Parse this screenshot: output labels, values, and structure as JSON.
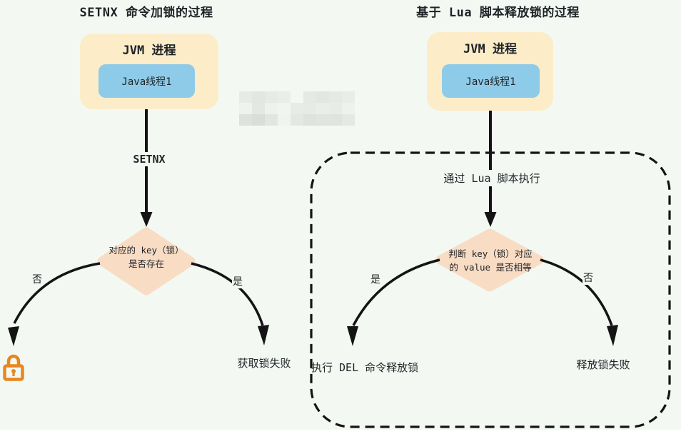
{
  "left_flow": {
    "title": "SETNX 命令加锁的过程",
    "jvm_box": {
      "title": "JVM 进程",
      "thread": "Java线程1"
    },
    "arrow_label": "SETNX",
    "diamond": {
      "line1": "对应的 key（锁）",
      "line2": "是否存在"
    },
    "no_label": "否",
    "yes_label": "是",
    "yes_result": "获取锁失败",
    "no_result_icon": "lock-icon"
  },
  "right_flow": {
    "title": "基于 Lua 脚本释放锁的过程",
    "jvm_box": {
      "title": "JVM 进程",
      "thread": "Java线程1"
    },
    "arrow_label": "通过 Lua 脚本执行",
    "diamond": {
      "line1": "判断 key（锁）对应",
      "line2": "的 value 是否相等"
    },
    "yes_label": "是",
    "no_label": "否",
    "yes_result": "执行 DEL 命令释放锁",
    "no_result": "释放锁失败"
  },
  "colors": {
    "background": "#f3f9f2",
    "process_box": "#fcecc8",
    "thread_box": "#8ecbe8",
    "diamond": "#f8dcc4",
    "line": "#141414",
    "lock": "#e8871f"
  }
}
